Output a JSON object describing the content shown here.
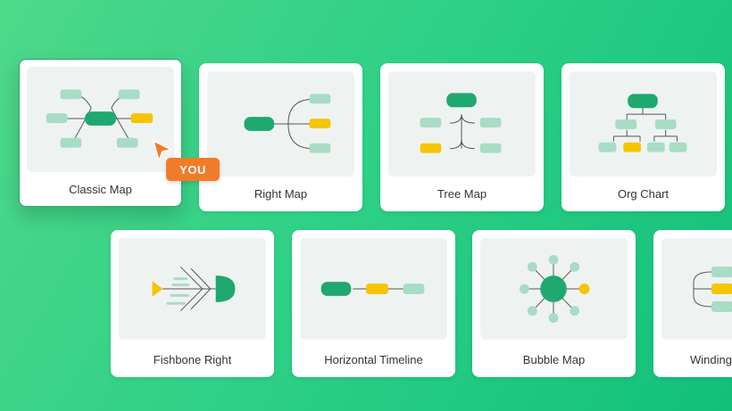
{
  "templates": [
    {
      "name": "classic-map",
      "label": "Classic Map"
    },
    {
      "name": "right-map",
      "label": "Right Map"
    },
    {
      "name": "tree-map",
      "label": "Tree Map"
    },
    {
      "name": "org-chart",
      "label": "Org Chart"
    },
    {
      "name": "fishbone-right",
      "label": "Fishbone Right"
    },
    {
      "name": "horizontal-timeline",
      "label": "Horizontal Timeline"
    },
    {
      "name": "bubble-map",
      "label": "Bubble Map"
    },
    {
      "name": "winding",
      "label": "Winding"
    }
  ],
  "cursor_badge": {
    "label": "YOU"
  },
  "colors": {
    "primary": "#1fa86f",
    "light": "#a8dcc5",
    "accent": "#f6c500",
    "badge": "#f27b2a"
  }
}
